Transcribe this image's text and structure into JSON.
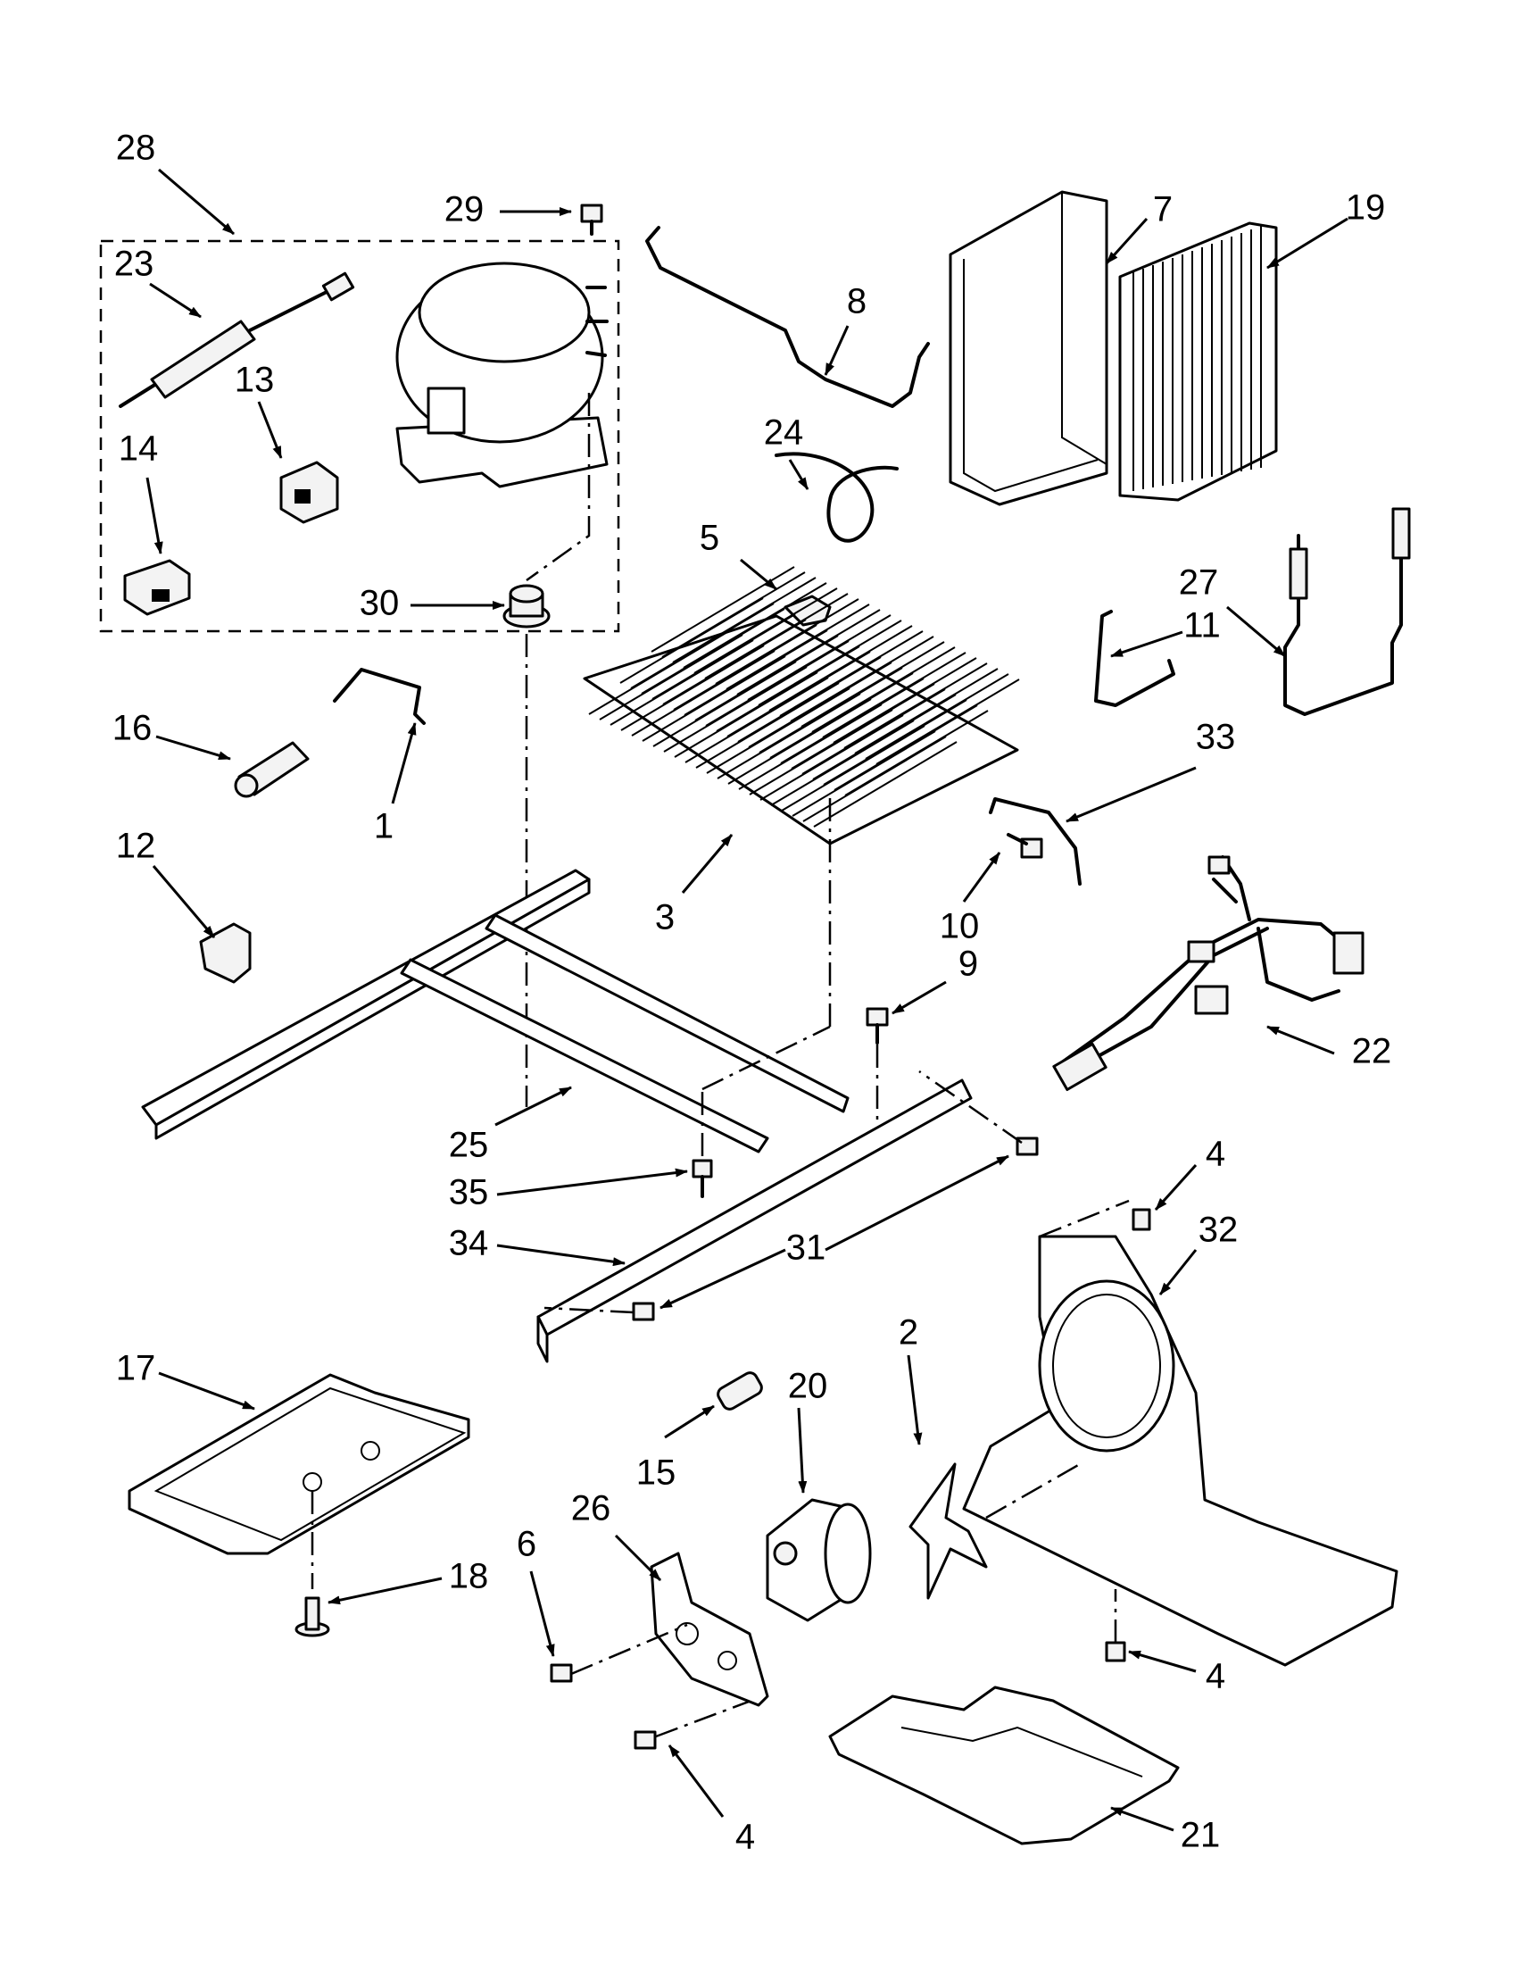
{
  "diagram": {
    "callouts": [
      "28",
      "29",
      "7",
      "19",
      "23",
      "8",
      "13",
      "14",
      "24",
      "5",
      "30",
      "27",
      "11",
      "16",
      "1",
      "33",
      "12",
      "3",
      "10",
      "9",
      "22",
      "25",
      "35",
      "34",
      "31",
      "4",
      "32",
      "17",
      "2",
      "20",
      "15",
      "26",
      "6",
      "18",
      "21"
    ]
  }
}
